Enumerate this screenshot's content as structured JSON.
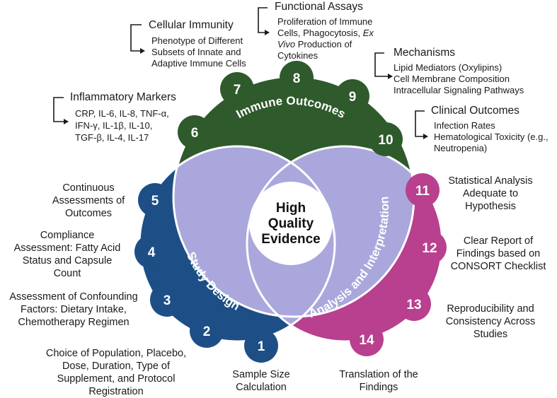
{
  "center": [
    "High",
    "Quality",
    "Evidence"
  ],
  "arcs": {
    "immune": "Immune Outcomes",
    "design": "Study Design",
    "analysis": "Analysis and Interpretation"
  },
  "badges": [
    "1",
    "2",
    "3",
    "4",
    "5",
    "6",
    "7",
    "8",
    "9",
    "10",
    "11",
    "12",
    "13",
    "14"
  ],
  "immune_items": {
    "cellular": {
      "title": "Cellular Immunity",
      "lines": [
        "Phenotype of Different",
        "Subsets of Innate and",
        "Adaptive Immune Cells"
      ]
    },
    "functional": {
      "title": "Functional Assays",
      "lines": [
        "Proliferation of Immune",
        "Cells, Phagocytosis,",
        "Ex",
        "Vivo",
        "Production of",
        "Cytokines"
      ]
    },
    "mechanisms": {
      "title": "Mechanisms",
      "lines": [
        "Lipid Mediators (Oxylipins)",
        "Cell Membrane Composition",
        "Intracellular Signaling Pathways"
      ]
    },
    "inflammatory": {
      "title": "Inflammatory Markers",
      "lines": [
        "CRP, IL-6, IL-8, TNF-α,",
        "IFN-γ, IL-1β, IL-10,",
        "TGF-β, IL-4, IL-17"
      ]
    },
    "clinical": {
      "title": "Clinical Outcomes",
      "lines": [
        "Infection Rates",
        "Hematological Toxicity (e.g.,",
        "Neutropenia)"
      ]
    }
  },
  "design_items": {
    "5": [
      "Continuous",
      "Assessments of",
      "Outcomes"
    ],
    "4": [
      "Compliance",
      "Assessment: Fatty Acid",
      "Status and Capsule",
      "Count"
    ],
    "3": [
      "Assessment of Confounding",
      "Factors: Dietary Intake,",
      "Chemotherapy Regimen"
    ],
    "2": [
      "Choice of Population, Placebo,",
      "Dose, Duration, Type of",
      "Supplement, and Protocol",
      "Registration"
    ],
    "1": [
      "Sample Size",
      "Calculation"
    ]
  },
  "analysis_items": {
    "11": [
      "Statistical Analysis",
      "Adequate to",
      "Hypothesis"
    ],
    "12": [
      "Clear Report of",
      "Findings based on",
      "CONSORT Checklist"
    ],
    "13": [
      "Reproducibility and",
      "Consistency Across",
      "Studies"
    ],
    "14": [
      "Translation of the",
      "Findings"
    ]
  },
  "colors": {
    "immune": "#2f5a2c",
    "design": "#1d4f86",
    "analysis": "#b8408e",
    "overlap": "#a9a7db",
    "center": "#ffffff"
  }
}
